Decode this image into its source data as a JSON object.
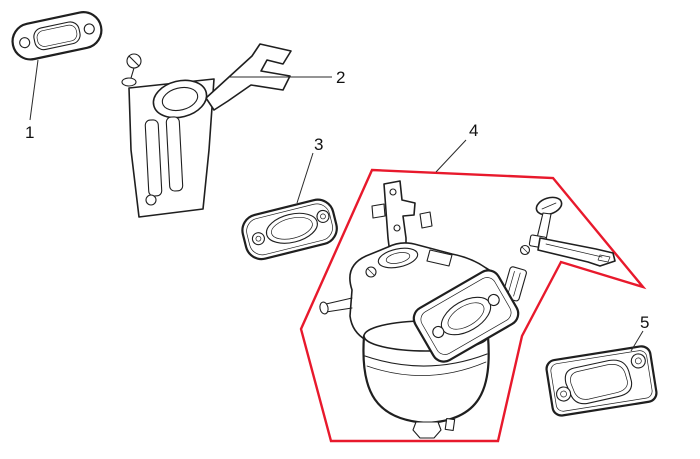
{
  "diagram": {
    "background_color": "#ffffff",
    "line_color": "#1f1f1f",
    "highlight_color": "#e8192c",
    "labels": [
      {
        "text": "1"
      },
      {
        "text": "2"
      },
      {
        "text": "3"
      },
      {
        "text": "4"
      },
      {
        "text": "5"
      }
    ]
  }
}
